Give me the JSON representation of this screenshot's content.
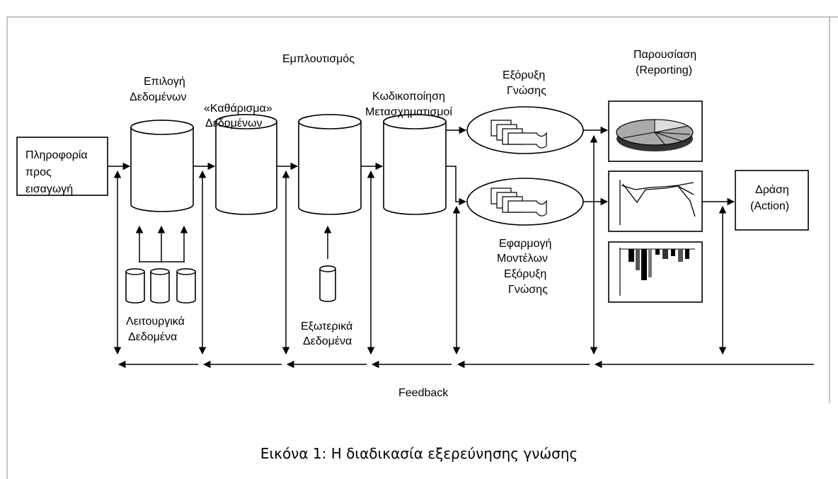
{
  "labels": {
    "input": [
      "Πληροφορία",
      "προς",
      "εισαγωγή"
    ],
    "selection": [
      "Επιλογή",
      "Δεδομένων"
    ],
    "cleaning": [
      "«Καθάρισμα»",
      "Δεδομένων"
    ],
    "enrichment": "Εμπλουτισμός",
    "coding": [
      "Κωδικοποίηση",
      "Μετασχηματισμοί"
    ],
    "mining": [
      "Εξόρυξη",
      "Γνώσης"
    ],
    "model_apply": [
      "Εφαρμογή",
      "Μοντέλων",
      "Εξόρυξη",
      "Γνώσης"
    ],
    "reporting": [
      "Παρουσίαση",
      "(Reporting)"
    ],
    "action": [
      "Δράση",
      "(Action)"
    ],
    "operational": [
      "Λειτουργικά",
      "Δεδομένα"
    ],
    "external": [
      "Εξωτερικά",
      "Δεδομένα"
    ],
    "feedback": "Feedback"
  },
  "caption": "Εικόνα 1: Η διαδικασία εξερεύνησης γνώσης"
}
